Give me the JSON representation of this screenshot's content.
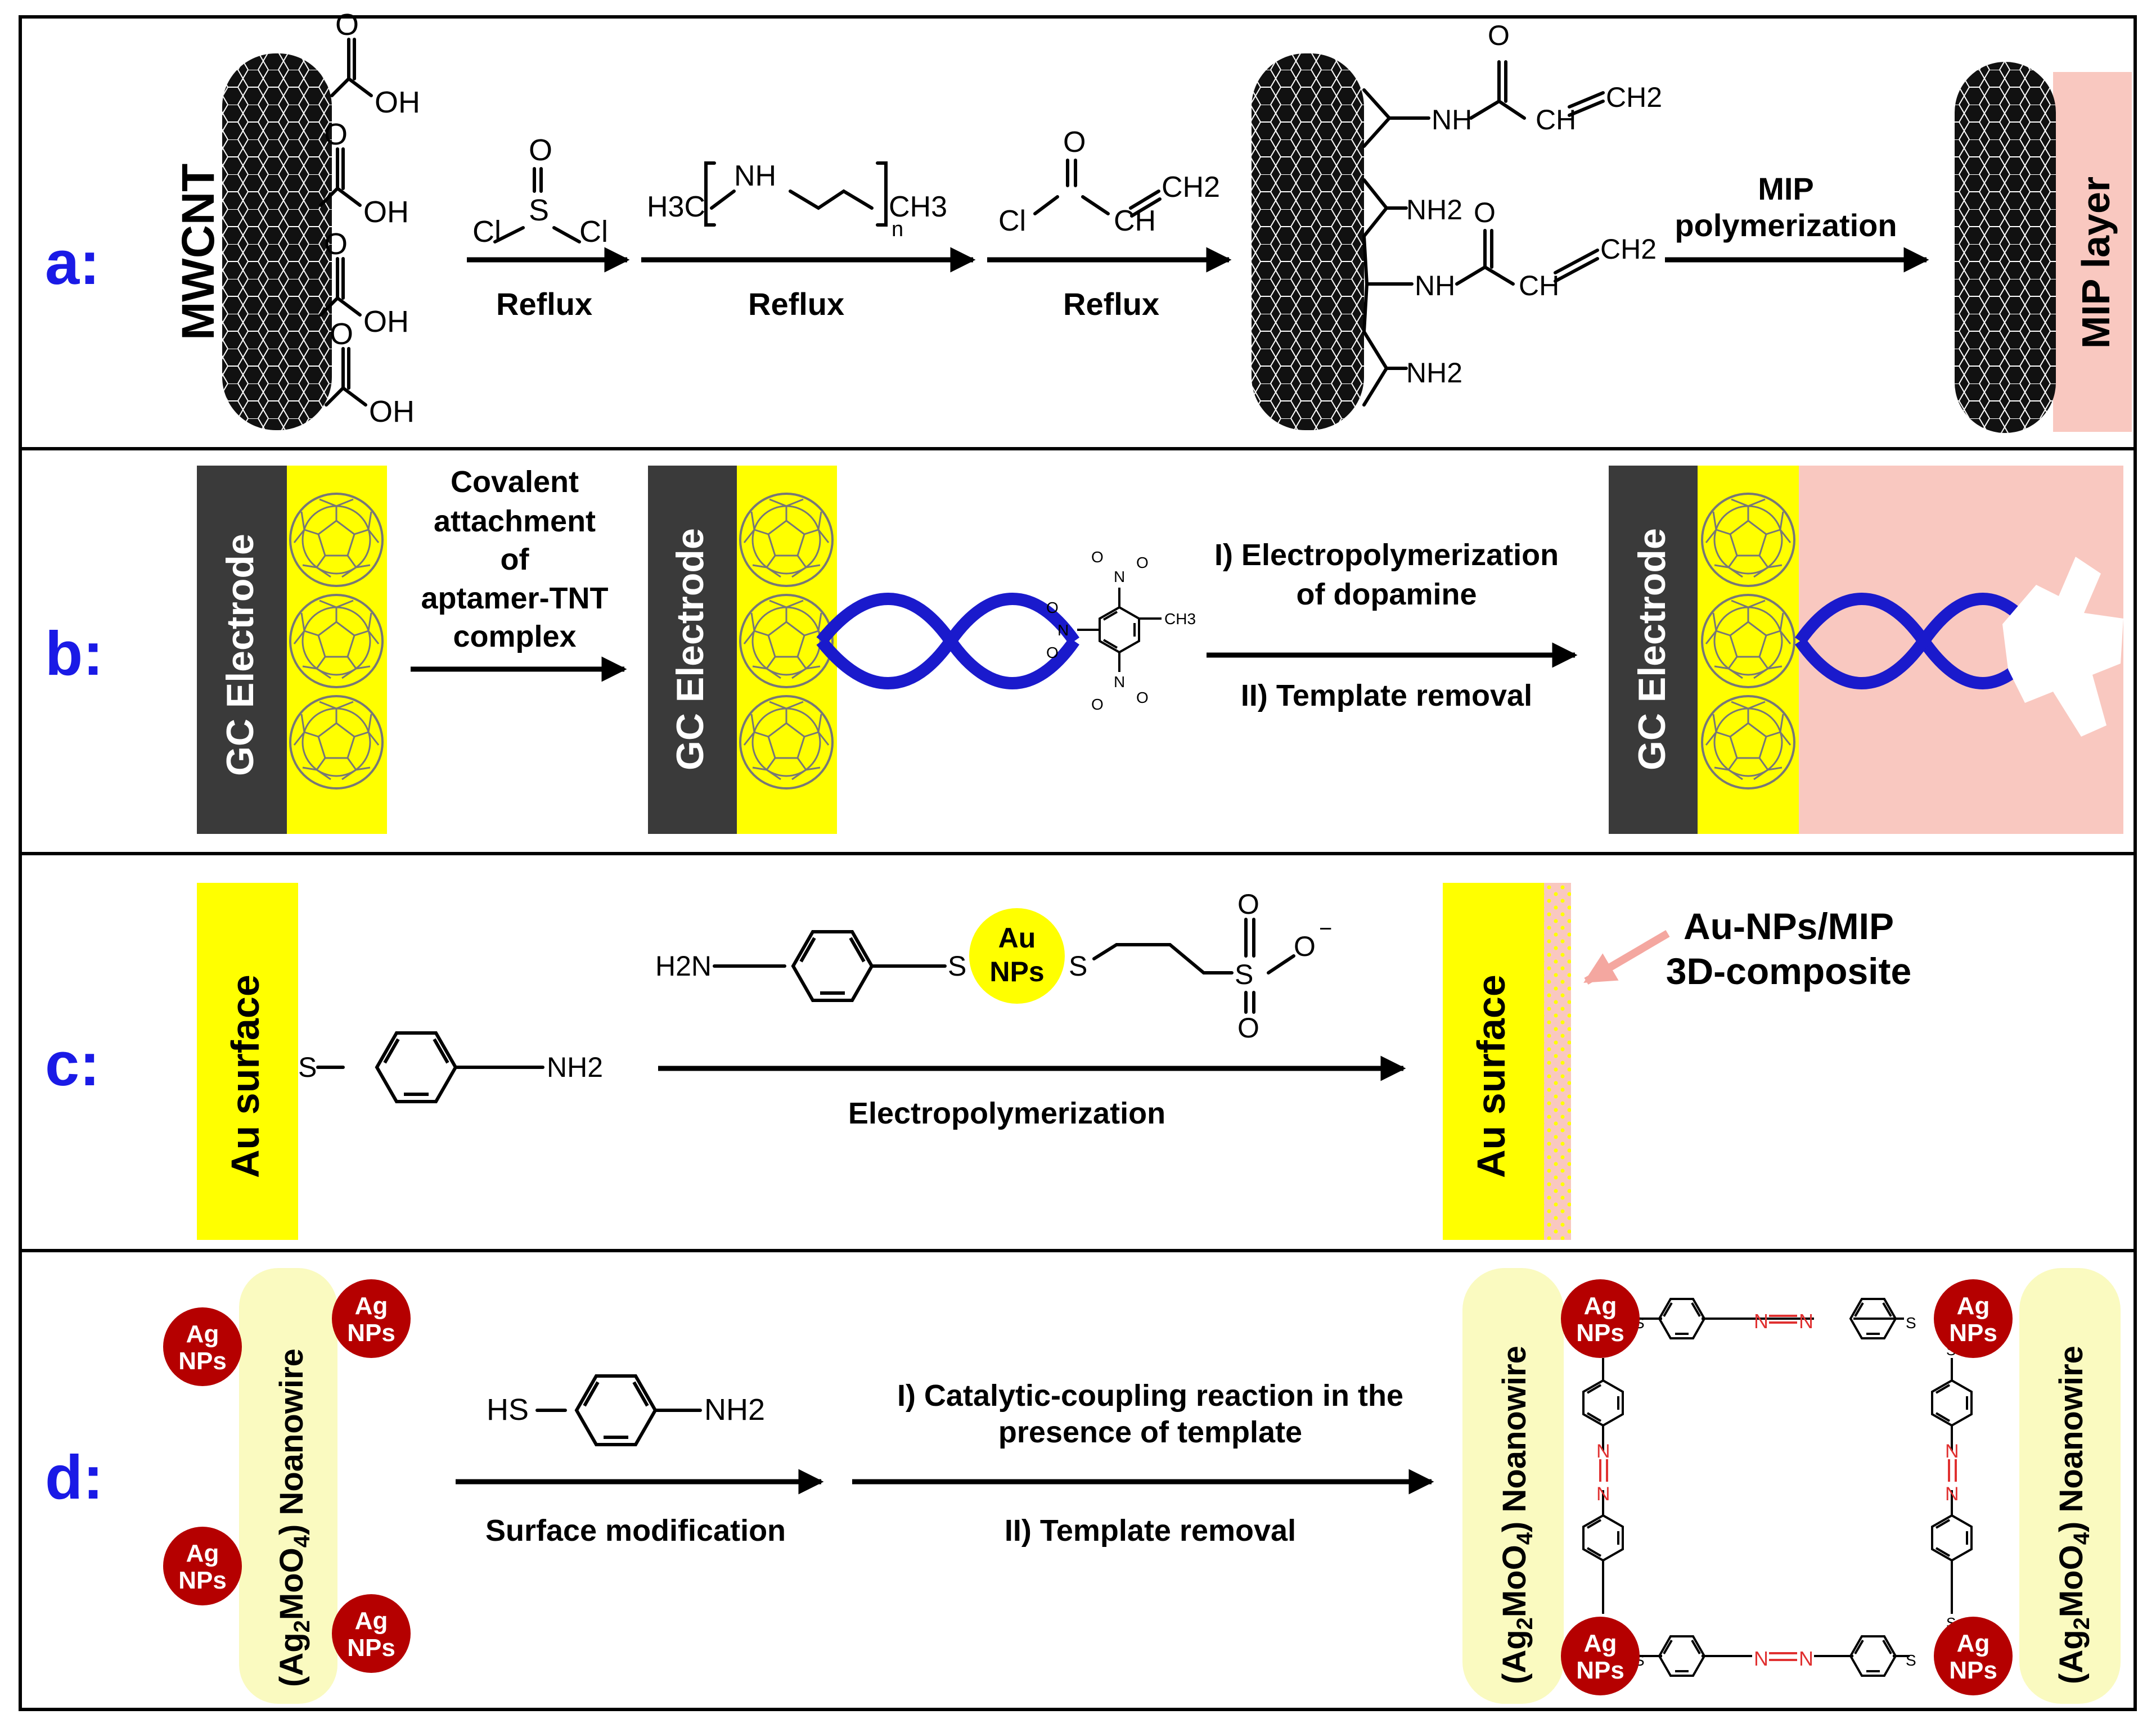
{
  "panels": {
    "a": {
      "label": "a:",
      "mwcnt": "MWCNT",
      "oh": "OH",
      "o": "O",
      "socl2": {
        "s": "S",
        "o": "O",
        "cl_left": "Cl",
        "cl_right": "Cl"
      },
      "pei": {
        "h3c": "H3C",
        "nh": "NH",
        "n": "n",
        "ch3": "CH3"
      },
      "acryloyl": {
        "o": "O",
        "cl": "Cl",
        "ch": "CH",
        "ch2": "CH2"
      },
      "reflux1": "Reflux",
      "reflux2": "Reflux",
      "reflux3": "Reflux",
      "product": {
        "nh": "NH",
        "nh2": "NH2",
        "ch": "CH",
        "ch2": "CH2",
        "o": "O"
      },
      "mip_step_line1": "MIP",
      "mip_step_line2": "polymerization",
      "mip_layer": "MIP layer"
    },
    "b": {
      "label": "b:",
      "electrode": "GC Electrode",
      "step1": [
        "Covalent",
        "attachment",
        "of",
        "aptamer-TNT",
        "complex"
      ],
      "step2_line1": "I) Electropolymerization",
      "step2_line2": "of dopamine",
      "step2_line3": "II) Template removal",
      "tnt": {
        "n": "N",
        "o": "O",
        "ch3": "CH3"
      }
    },
    "c": {
      "label": "c:",
      "surface": "Au surface",
      "s": "S",
      "nh2": "NH2",
      "h2n": "H2N",
      "au": "Au",
      "nps": "NPs",
      "so3": {
        "s": "S",
        "o": "O"
      },
      "step": "Electropolymerization",
      "composite_line1": "Au-NPs/MIP",
      "composite_line2": "3D-composite"
    },
    "d": {
      "label": "d:",
      "nanowire": "(Ag2MoO4) Noanowire",
      "ag": "Ag",
      "nps": "NPs",
      "hs": "HS",
      "nh2": "NH2",
      "step1": "Surface modification",
      "step2_line1": "I) Catalytic-coupling reaction in the",
      "step2_line2": "presence of template",
      "step2_line3": "II) Template removal",
      "azo_n": "N",
      "s": "S"
    }
  },
  "colors": {
    "panel_label": "#1a1ae6",
    "electrode": "#3a3a3a",
    "yellow": "#ffff00",
    "mip_pink": "#f9c8c0",
    "dna_blue": "#1a1acc",
    "ag_red": "#b50000",
    "nanowire": "#fafac0",
    "azo_red": "#e03030",
    "arrow_pink": "#f4a7a0"
  }
}
